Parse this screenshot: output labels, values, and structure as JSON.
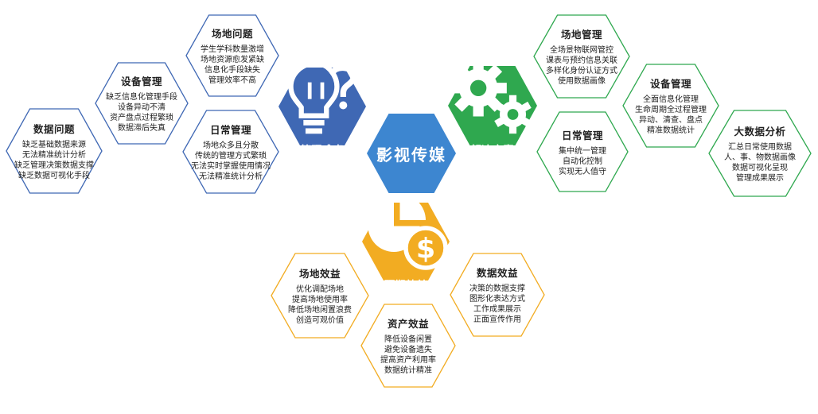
{
  "center": {
    "title": "影视传媒",
    "color": "#3d86d0"
  },
  "categories": {
    "problems": {
      "title": "管理难点",
      "color": "#3f68b4",
      "icon": "lightbulb-question-icon"
    },
    "solutions": {
      "title": "解决方案",
      "color": "#2fa84f",
      "icon": "gears-icon"
    },
    "benefits": {
      "title": "预期效益",
      "color": "#f2ac22",
      "icon": "pie-chart-dollar-icon"
    }
  },
  "problems": [
    {
      "title": "场地问题",
      "lines": [
        "学生学科数量激增",
        "场地资源愈发紧缺",
        "信息化手段缺失",
        "管理效率不高"
      ]
    },
    {
      "title": "设备管理",
      "lines": [
        "缺乏信息化管理手段",
        "设备异动不清",
        "资产盘点过程繁琐",
        "数据滞后失真"
      ]
    },
    {
      "title": "数据问题",
      "lines": [
        "缺乏基础数据来源",
        "无法精准统计分析",
        "缺乏管理决策数据支撑",
        "缺乏数据可视化手段"
      ]
    },
    {
      "title": "日常管理",
      "lines": [
        "场地众多且分散",
        "传统的管理方式繁琐",
        "无法实时掌握使用情况",
        "无法精准统计分析"
      ]
    }
  ],
  "solutions": [
    {
      "title": "场地管理",
      "lines": [
        "全场景物联网管控",
        "课表与预约信息关联",
        "多样化身份认证方式",
        "使用数据画像"
      ]
    },
    {
      "title": "设备管理",
      "lines": [
        "全面信息化管理",
        "生命周期全过程管理",
        "异动、清查、盘点",
        "精准数据统计"
      ]
    },
    {
      "title": "日常管理",
      "lines": [
        "集中统一管理",
        "自动化控制",
        "实现无人值守"
      ]
    },
    {
      "title": "大数据分析",
      "lines": [
        "汇总日常使用数据",
        "人、事、物数据画像",
        "数据可视化呈现",
        "管理成果展示"
      ]
    }
  ],
  "benefits": [
    {
      "title": "场地效益",
      "lines": [
        "优化调配场地",
        "提高场地使用率",
        "降低场地闲置浪费",
        "创造可观价值"
      ]
    },
    {
      "title": "资产效益",
      "lines": [
        "降低设备闲置",
        "避免设备遗失",
        "提高资产利用率",
        "数据统计精准"
      ]
    },
    {
      "title": "数据效益",
      "lines": [
        "决策的数据支撑",
        "图形化表达方式",
        "工作成果展示",
        "正面宣传作用"
      ]
    }
  ]
}
